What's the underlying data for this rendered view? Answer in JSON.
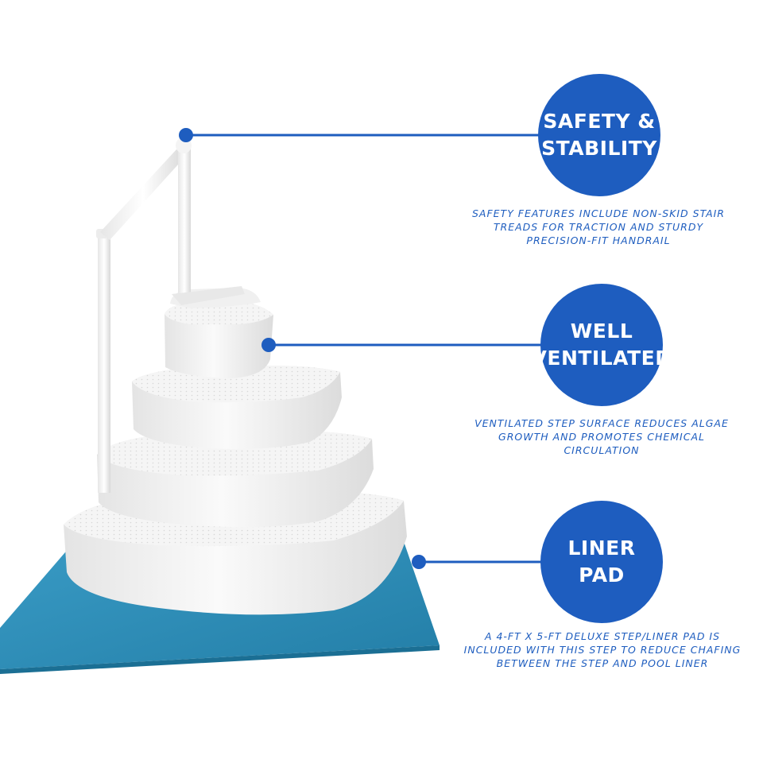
{
  "colors": {
    "accent": "#1e5dbf",
    "step_white": "#f3f3f3",
    "liner_pad": "#2f8fb8"
  },
  "features": [
    {
      "title_lines": [
        "SAFETY &",
        "STABILITY"
      ],
      "description_lines": [
        "SAFETY FEATURES INCLUDE NON-SKID STAIR",
        "TREADS FOR TRACTION AND STURDY",
        "PRECISION-FIT HANDRAIL"
      ]
    },
    {
      "title_lines": [
        "WELL",
        "VENTILATED"
      ],
      "description_lines": [
        "VENTILATED STEP SURFACE REDUCES ALGAE",
        "GROWTH AND PROMOTES CHEMICAL",
        "CIRCULATION"
      ]
    },
    {
      "title_lines": [
        "LINER",
        "PAD"
      ],
      "description_lines": [
        "A 4-FT X 5-FT DELUXE STEP/LINER PAD IS",
        "INCLUDED WITH THIS STEP TO REDUCE CHAFING",
        "BETWEEN THE STEP AND POOL LINER"
      ]
    }
  ]
}
